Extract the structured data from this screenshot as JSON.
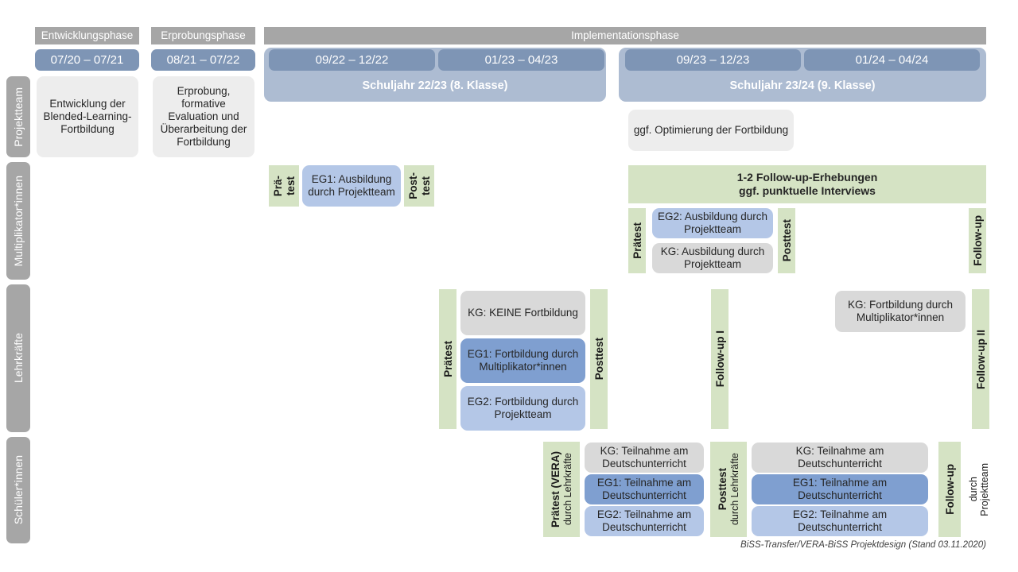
{
  "footer": {
    "note": "BiSS-Transfer/VERA-BiSS Projektdesign (Stand 03.11.2020)"
  },
  "colors": {
    "phase_header_gray": "#a6a6a6",
    "date_chip_blue": "#7e95b5",
    "schuljahr_blue": "#adbcd2",
    "box_light_gray": "#ededed",
    "box_gray": "#d9d9d9",
    "eg1_blue": "#7f9fd0",
    "eg2_blue": "#b4c7e7",
    "measurement_green": "#d5e3c4"
  },
  "phases": [
    {
      "label": "Entwicklungsphase"
    },
    {
      "label": "Erprobungsphase"
    },
    {
      "label": "Implementationsphase"
    }
  ],
  "periods": [
    {
      "label": "07/20 – 07/21"
    },
    {
      "label": "08/21 – 07/22"
    },
    {
      "label": "09/22 – 12/22"
    },
    {
      "label": "01/23 – 04/23"
    },
    {
      "label": "09/23 – 12/23"
    },
    {
      "label": "01/24 – 04/24"
    }
  ],
  "school_years": [
    {
      "label": "Schuljahr 22/23 (8. Klasse)"
    },
    {
      "label": "Schuljahr 23/24 (9. Klasse)"
    }
  ],
  "roles": [
    {
      "label": "Projektteam"
    },
    {
      "label": "Multiplikator*innen"
    },
    {
      "label": "Lehrkräfte"
    },
    {
      "label": "Schüler*innen"
    }
  ],
  "projektteam_row": {
    "development": "Entwicklung der Blended-Learning-Fortbildung",
    "piloting": "Erprobung, formative Evaluation und Überarbeitung der Fortbildung",
    "optimization": "ggf. Optimierung der Fortbildung"
  },
  "multiplikator_row": {
    "pretest_line1": "Prä-",
    "pretest_line2": "test",
    "posttest_line1": "Post-",
    "posttest_line2": "test",
    "eg1_training": "EG1: Ausbildung durch Projektteam",
    "followup_banner_line1": "1-2 Follow-up-Erhebungen",
    "followup_banner_line2": "ggf. punktuelle Interviews",
    "pretest2": "Prätest",
    "posttest2": "Posttest",
    "followup": "Follow-up",
    "eg2_training": "EG2: Ausbildung durch Projektteam",
    "kg_training": "KG: Ausbildung durch Projektteam"
  },
  "lehrkraefte_row": {
    "pretest": "Prätest",
    "posttest": "Posttest",
    "followup1": "Follow-up I",
    "followup2": "Follow-up II",
    "kg_none": "KG: KEINE Fortbildung",
    "eg1": "EG1: Fortbildung durch Multiplikator*innen",
    "eg2": "EG2: Fortbildung durch Projektteam",
    "kg_later": "KG: Fortbildung durch Multiplikator*innen"
  },
  "schueler_row": {
    "pretest_main": "Prätest (VERA)",
    "pretest_sub": "durch Lehrkräfte",
    "posttest_main": "Posttest",
    "posttest_sub": "durch Lehrkräfte",
    "followup_main": "Follow-up",
    "followup_sub_line1": "durch",
    "followup_sub_line2": "Projektteam",
    "group_a": [
      {
        "label": "KG: Teilnahme am Deutschunterricht",
        "style": "c-gray2"
      },
      {
        "label": "EG1: Teilnahme am Deutschunterricht",
        "style": "c-eg1"
      },
      {
        "label": "EG2: Teilnahme am Deutschunterricht",
        "style": "c-eg2"
      }
    ],
    "group_b": [
      {
        "label": "KG: Teilnahme am Deutschunterricht",
        "style": "c-gray2"
      },
      {
        "label": "EG1: Teilnahme am Deutschunterricht",
        "style": "c-eg1"
      },
      {
        "label": "EG2: Teilnahme am Deutschunterricht",
        "style": "c-eg2"
      }
    ]
  }
}
